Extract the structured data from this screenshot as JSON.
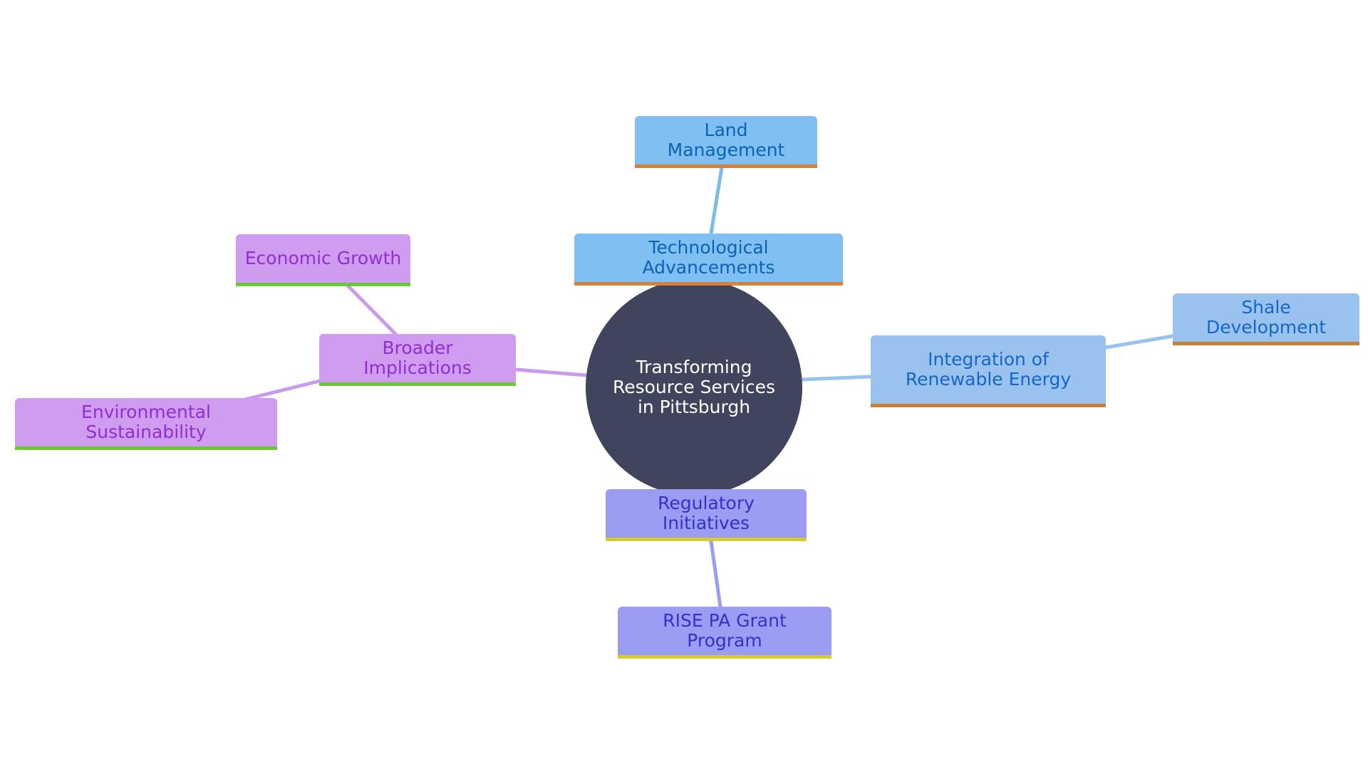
{
  "diagram": {
    "root": {
      "label": "Transforming Resource Services in Pittsburgh"
    },
    "branches": {
      "technological_advancements": {
        "label": "Technological Advancements",
        "children": {
          "land_management": "Land Management"
        }
      },
      "integration_renewable": {
        "label": "Integration of Renewable Energy",
        "children": {
          "shale_development": "Shale Development"
        }
      },
      "regulatory_initiatives": {
        "label": "Regulatory Initiatives",
        "children": {
          "rise_pa": "RISE PA Grant Program"
        }
      },
      "broader_implications": {
        "label": "Broader Implications",
        "children": {
          "economic_growth": "Economic Growth",
          "environmental_sustainability": "Environmental Sustainability"
        }
      }
    },
    "colors": {
      "root_fill": "#40445c",
      "tech_fill": "#7fbff2",
      "renewable_fill": "#9ac2ef",
      "regulatory_fill": "#9b9df2",
      "broader_fill": "#cf9cf0",
      "tech_edge": "#7dbce9",
      "renewable_edge": "#9ac2ef",
      "regulatory_edge": "#9b9df2",
      "broader_edge": "#c99bec"
    }
  }
}
